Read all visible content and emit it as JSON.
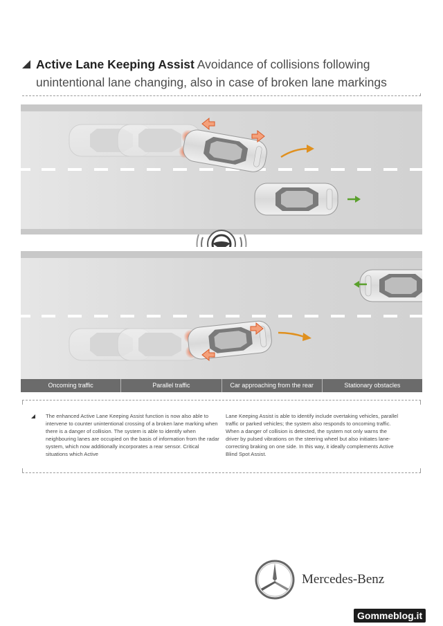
{
  "title": {
    "bold": "Active Lane Keeping Assist",
    "line1_rest": "Avoidance of collisions following",
    "line2": "unintentional lane changing, also in case of broken lane markings"
  },
  "captions": [
    "Oncoming traffic",
    "Parallel traffic",
    "Car approaching from the rear",
    "Stationary obstacles"
  ],
  "body": {
    "left_column": "The enhanced Active Lane Keeping Assist function is now also able to intervene to counter unintentional crossing of a broken lane marking when there is a danger of collision. The system is able to identify when neighbouring lanes are occupied on the basis of information from the radar system, which now additionally incorporates a rear sensor. Critical situations which Active",
    "right_column": "Lane Keeping Assist is able to identify include overtaking vehicles, parallel traffic or parked vehicles; the system also responds to oncoming traffic. When a danger of collision is detected, the system not only warns the driver by pulsed vibrations on the steering wheel but also initiates lane-correcting braking on one side. In this way, it ideally complements Active Blind Spot Assist."
  },
  "brand": {
    "name": "Mercedes-Benz"
  },
  "watermark": "Gommeblog.it",
  "colors": {
    "road": "#dcdcdc",
    "road_edge": "#c4c4c4",
    "lane_dash": "#ffffff",
    "orange_arrow": "#e0901e",
    "green_arrow": "#5aa02c",
    "caption_bar": "#6b6b6b",
    "warning_red": "#e04a1e"
  },
  "icons": {
    "title_marker": "triangle-marker-icon",
    "steering": "steering-wheel-vibration-icon",
    "logo": "mercedes-star-icon"
  }
}
